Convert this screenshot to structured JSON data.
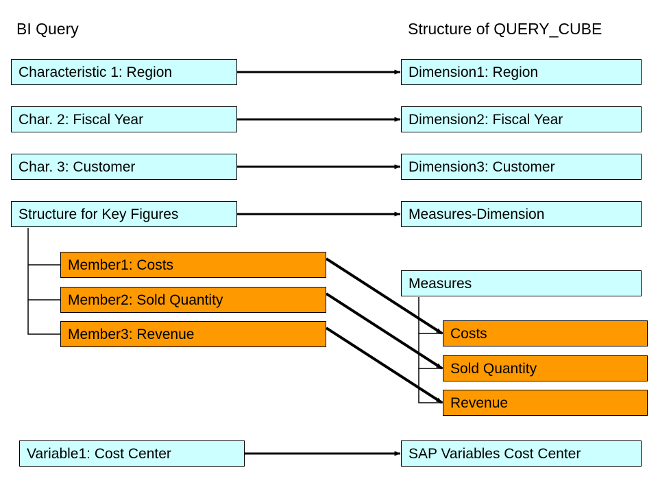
{
  "diagram": {
    "title_left": "BI Query",
    "title_right": "Structure of QUERY_CUBE",
    "colors": {
      "cyan_fill": "#ccffff",
      "orange_fill": "#ff9900",
      "stroke": "#000000",
      "background": "#ffffff"
    },
    "left_column": {
      "nodes": [
        {
          "id": "char1",
          "label": "Characteristic 1: Region",
          "style": "cyan"
        },
        {
          "id": "char2",
          "label": "Char. 2: Fiscal Year",
          "style": "cyan"
        },
        {
          "id": "char3",
          "label": "Char. 3: Customer",
          "style": "cyan"
        },
        {
          "id": "kfstruct",
          "label": "Structure for Key Figures",
          "style": "cyan"
        },
        {
          "id": "member1",
          "label": "Member1: Costs",
          "style": "orange"
        },
        {
          "id": "member2",
          "label": "Member2: Sold Quantity",
          "style": "orange"
        },
        {
          "id": "member3",
          "label": "Member3: Revenue",
          "style": "orange"
        },
        {
          "id": "variable1",
          "label": "Variable1: Cost Center",
          "style": "cyan"
        }
      ]
    },
    "right_column": {
      "nodes": [
        {
          "id": "dim1",
          "label": "Dimension1: Region",
          "style": "cyan"
        },
        {
          "id": "dim2",
          "label": "Dimension2: Fiscal Year",
          "style": "cyan"
        },
        {
          "id": "dim3",
          "label": "Dimension3: Customer",
          "style": "cyan"
        },
        {
          "id": "measdim",
          "label": "Measures-Dimension",
          "style": "cyan"
        },
        {
          "id": "measures",
          "label": "Measures",
          "style": "cyan"
        },
        {
          "id": "costs",
          "label": "Costs",
          "style": "orange"
        },
        {
          "id": "soldqty",
          "label": "Sold Quantity",
          "style": "orange"
        },
        {
          "id": "revenue",
          "label": "Revenue",
          "style": "orange"
        },
        {
          "id": "sapvars",
          "label": "SAP Variables Cost Center",
          "style": "cyan"
        }
      ]
    },
    "edges": [
      {
        "from": "char1",
        "to": "dim1",
        "kind": "arrow-horizontal"
      },
      {
        "from": "char2",
        "to": "dim2",
        "kind": "arrow-horizontal"
      },
      {
        "from": "char3",
        "to": "dim3",
        "kind": "arrow-horizontal"
      },
      {
        "from": "kfstruct",
        "to": "measdim",
        "kind": "arrow-horizontal"
      },
      {
        "from": "kfstruct",
        "to": "member1",
        "kind": "tree-branch"
      },
      {
        "from": "kfstruct",
        "to": "member2",
        "kind": "tree-branch"
      },
      {
        "from": "kfstruct",
        "to": "member3",
        "kind": "tree-branch"
      },
      {
        "from": "member1",
        "to": "costs",
        "kind": "arrow-diagonal"
      },
      {
        "from": "member2",
        "to": "soldqty",
        "kind": "arrow-diagonal"
      },
      {
        "from": "member3",
        "to": "revenue",
        "kind": "arrow-diagonal"
      },
      {
        "from": "measures",
        "to": "costs",
        "kind": "tree-branch"
      },
      {
        "from": "measures",
        "to": "soldqty",
        "kind": "tree-branch"
      },
      {
        "from": "measures",
        "to": "revenue",
        "kind": "tree-branch"
      },
      {
        "from": "variable1",
        "to": "sapvars",
        "kind": "arrow-horizontal"
      }
    ]
  }
}
